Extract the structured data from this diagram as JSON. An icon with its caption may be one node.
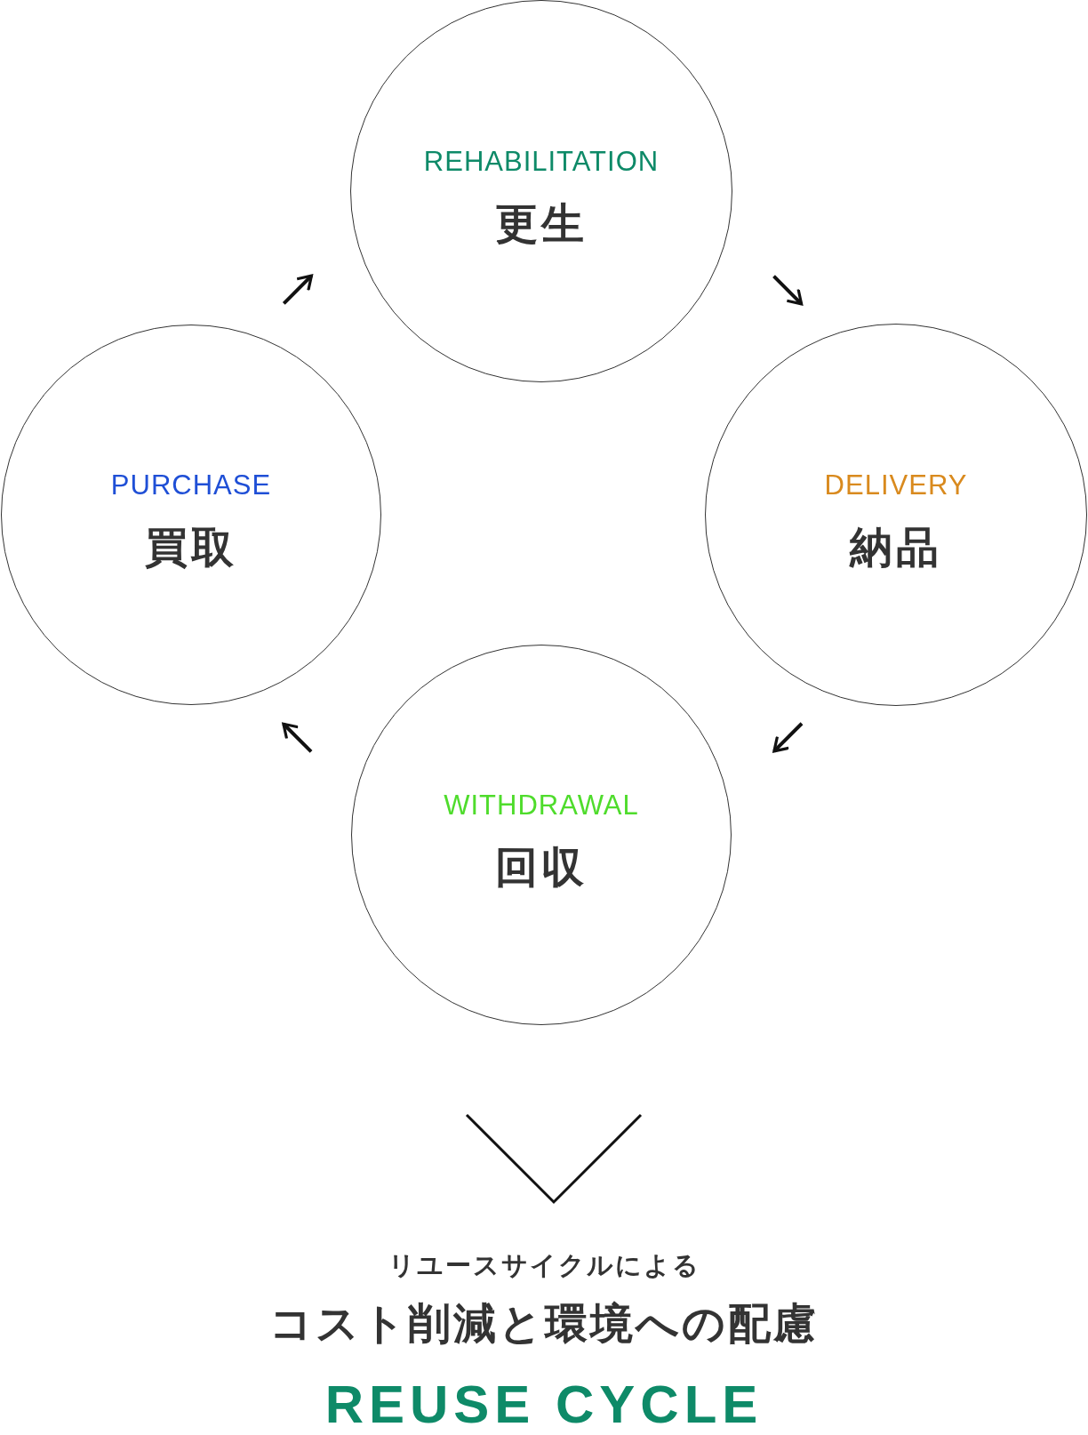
{
  "diagram": {
    "nodes": [
      {
        "text": [
          "REHABILITATION",
          "更生"
        ]
      },
      {
        "text": [
          "PURCHASE",
          "買取"
        ]
      },
      {
        "text": [
          "DELIVERY",
          "納品"
        ]
      },
      {
        "text": [
          "WITHDRAWAL",
          "回収"
        ]
      }
    ],
    "edges": [
      {
        "from": 1,
        "to": 0,
        "arrow": "to"
      },
      {
        "from": 0,
        "to": 2,
        "arrow": "to"
      },
      {
        "from": 2,
        "to": 3,
        "arrow": "to"
      },
      {
        "from": 3,
        "to": 1,
        "arrow": "to"
      }
    ],
    "labels": [
      "リユースサイクルによる",
      "コスト削減と環境への配慮",
      "REUSE CYCLE"
    ]
  }
}
